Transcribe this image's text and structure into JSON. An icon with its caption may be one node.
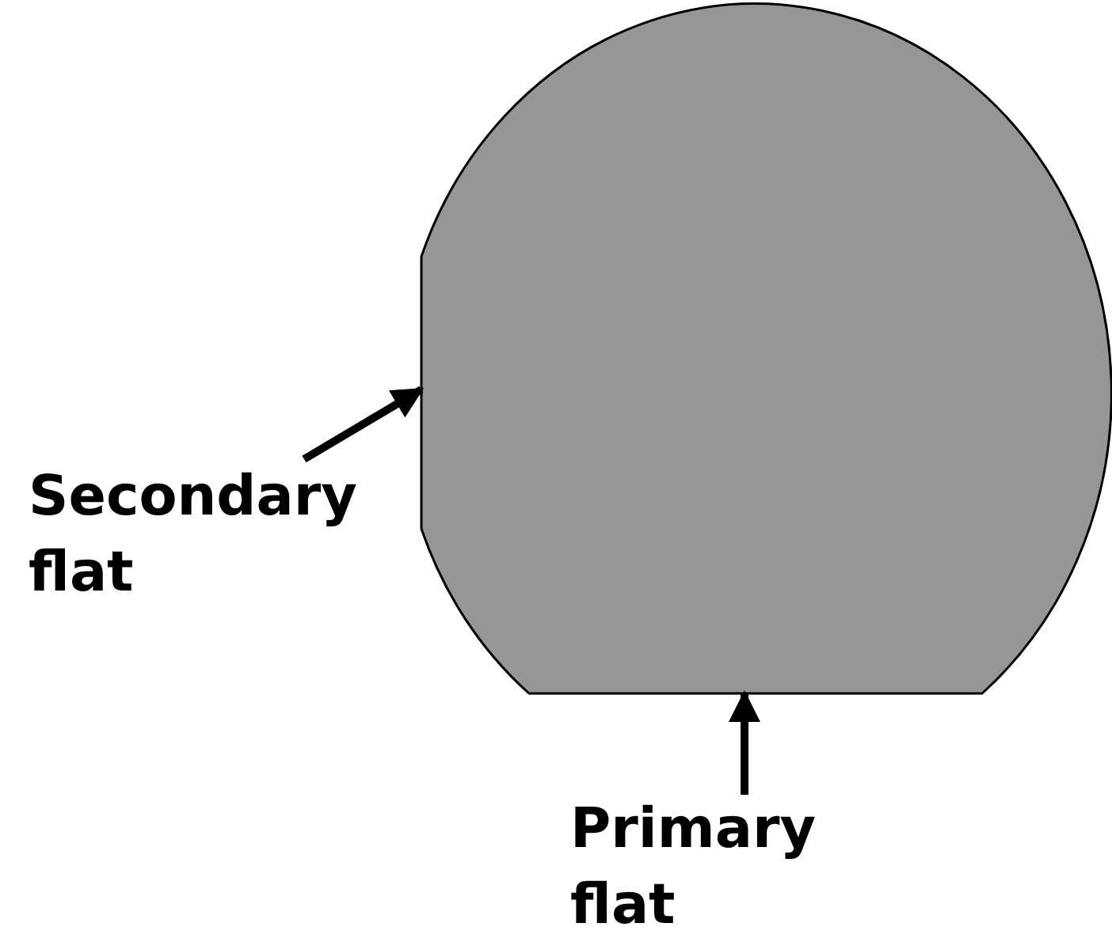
{
  "diagram": {
    "nodes": [
      {
        "text": [
          "Secondary flat"
        ]
      },
      {
        "text": [
          "Primary flat"
        ]
      },
      {
        "text": [],
        "shape": "circle"
      }
    ],
    "edges": [
      {
        "from": 0,
        "to": 2,
        "arrow": "to"
      },
      {
        "from": 1,
        "to": 2,
        "arrow": "to"
      }
    ]
  }
}
